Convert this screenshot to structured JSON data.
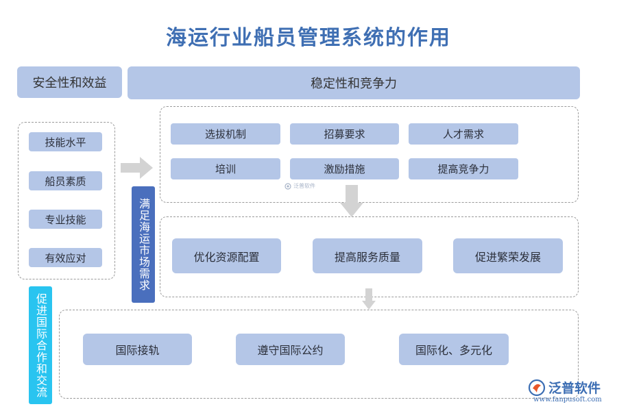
{
  "title": "海运行业船员管理系统的作用",
  "header": {
    "left": "安全性和效益",
    "right": "稳定性和竞争力"
  },
  "left_panel": {
    "items": [
      "技能水平",
      "船员素质",
      "专业技能",
      "有效应对"
    ]
  },
  "vertical_labels": {
    "market": "满足海运市场需求",
    "cooperation": "促进国际合作和交流"
  },
  "top_panel": {
    "items": [
      "选拔机制",
      "招募要求",
      "人才需求",
      "培训",
      "激励措施",
      "提高竞争力"
    ]
  },
  "middle_panel": {
    "items": [
      "优化资源配置",
      "提高服务质量",
      "促进繁荣发展"
    ]
  },
  "bottom_panel": {
    "items": [
      "国际接轨",
      "遵守国际公约",
      "国际化、多元化"
    ]
  },
  "watermark": {
    "small_text": "泛普软件",
    "logo_text": "泛普软件",
    "url": "www.fanpusoft.com"
  },
  "colors": {
    "box_fill": "#b4c6e7",
    "title": "#3f6fb3",
    "vertical_dark": "#4a6fbd",
    "vertical_cyan": "#29c4f0",
    "arrow": "#d0d0d0"
  },
  "icons": [
    "arrow-right-icon",
    "arrow-down-icon",
    "fanpu-logo-icon"
  ]
}
